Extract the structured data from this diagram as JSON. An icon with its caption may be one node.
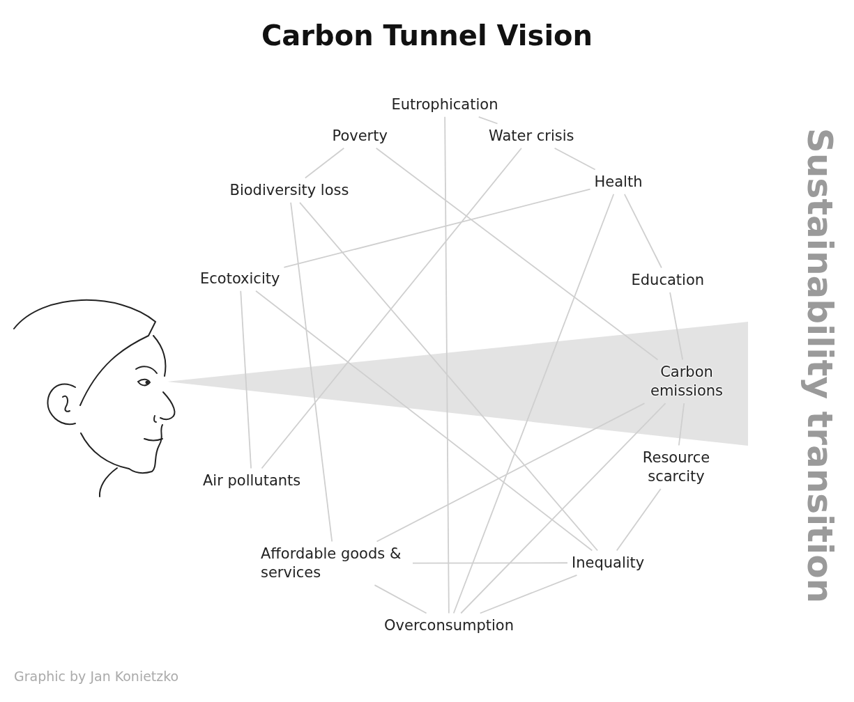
{
  "diagram": {
    "title": "Carbon Tunnel Vision",
    "nodes": [
      {
        "text": [
          "Eutrophication"
        ]
      },
      {
        "text": [
          "Poverty"
        ]
      },
      {
        "text": [
          "Water crisis"
        ]
      },
      {
        "text": [
          "Biodiversity loss"
        ]
      },
      {
        "text": [
          "Health"
        ]
      },
      {
        "text": [
          "Ecotoxicity"
        ]
      },
      {
        "text": [
          "Education"
        ]
      },
      {
        "text": [
          "Carbon emissions"
        ]
      },
      {
        "text": [
          "Air pollutants"
        ]
      },
      {
        "text": [
          "Resource scarcity"
        ]
      },
      {
        "text": [
          "Affordable goods & services"
        ]
      },
      {
        "text": [
          "Inequality"
        ]
      },
      {
        "text": [
          "Overconsumption"
        ]
      }
    ],
    "edges": [
      {
        "from": 0,
        "to": 2,
        "arrow": "none"
      },
      {
        "from": 1,
        "to": 3,
        "arrow": "none"
      },
      {
        "from": 2,
        "to": 4,
        "arrow": "none"
      },
      {
        "from": 4,
        "to": 6,
        "arrow": "none"
      },
      {
        "from": 6,
        "to": 7,
        "arrow": "none"
      },
      {
        "from": 7,
        "to": 9,
        "arrow": "none"
      },
      {
        "from": 9,
        "to": 11,
        "arrow": "none"
      },
      {
        "from": 11,
        "to": 12,
        "arrow": "none"
      },
      {
        "from": 12,
        "to": 10,
        "arrow": "none"
      },
      {
        "from": 10,
        "to": 11,
        "arrow": "none"
      },
      {
        "from": 5,
        "to": 8,
        "arrow": "none"
      },
      {
        "from": 3,
        "to": 10,
        "arrow": "none"
      },
      {
        "from": 3,
        "to": 11,
        "arrow": "none"
      },
      {
        "from": 1,
        "to": 7,
        "arrow": "none"
      },
      {
        "from": 0,
        "to": 12,
        "arrow": "none"
      },
      {
        "from": 2,
        "to": 8,
        "arrow": "none"
      },
      {
        "from": 4,
        "to": 5,
        "arrow": "none"
      },
      {
        "from": 4,
        "to": 12,
        "arrow": "none"
      },
      {
        "from": 5,
        "to": 11,
        "arrow": "none"
      },
      {
        "from": 7,
        "to": 10,
        "arrow": "none"
      },
      {
        "from": 7,
        "to": 12,
        "arrow": "none"
      }
    ],
    "labels": [
      "Sustainability transition",
      "Graphic by Jan Konietzko"
    ]
  }
}
